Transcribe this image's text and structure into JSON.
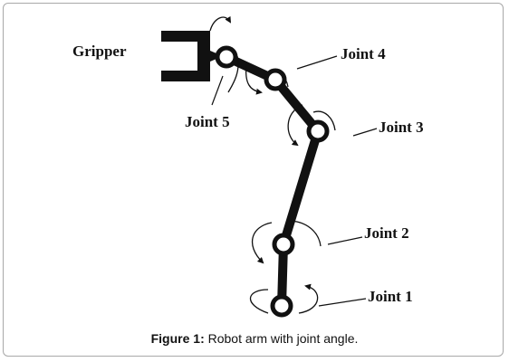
{
  "labels": {
    "gripper": "Gripper",
    "joint1": "Joint 1",
    "joint2": "Joint 2",
    "joint3": "Joint 3",
    "joint4": "Joint 4",
    "joint5": "Joint 5"
  },
  "caption": {
    "prefix": "Figure 1:",
    "text": " Robot arm with joint angle."
  },
  "colors": {
    "ink": "#111111",
    "frame": "#a8a8a8"
  }
}
